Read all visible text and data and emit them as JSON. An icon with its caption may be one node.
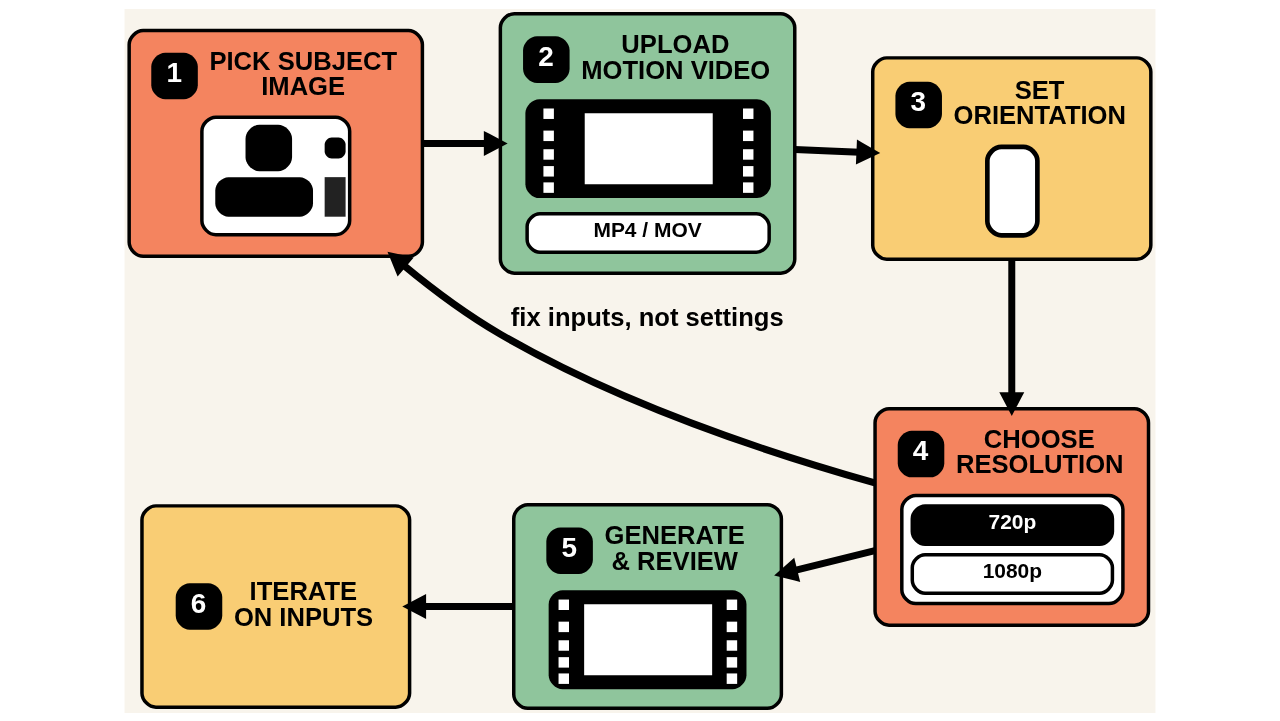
{
  "diagram": {
    "nodes": [
      {
        "text": [
          "1",
          "PICK SUBJECT IMAGE"
        ]
      },
      {
        "text": [
          "2",
          "UPLOAD MOTION VIDEO",
          "MP4 / MOV"
        ]
      },
      {
        "text": [
          "3",
          "SET ORIENTATION"
        ]
      },
      {
        "text": [
          "4",
          "CHOOSE RESOLUTION",
          "720p",
          "1080p"
        ]
      },
      {
        "text": [
          "5",
          "GENERATE & REVIEW"
        ]
      },
      {
        "text": [
          "6",
          "ITERATE ON INPUTS"
        ]
      }
    ],
    "edges": [
      {
        "from": 0,
        "to": 1,
        "arrow": "to"
      },
      {
        "from": 1,
        "to": 2,
        "arrow": "to"
      },
      {
        "from": 2,
        "to": 3,
        "arrow": "to"
      },
      {
        "from": 3,
        "to": 4,
        "arrow": "to"
      },
      {
        "from": 4,
        "to": 5,
        "arrow": "to"
      },
      {
        "from": 3,
        "to": 0,
        "arrow": "to",
        "label": "fix inputs, not settings"
      }
    ]
  }
}
